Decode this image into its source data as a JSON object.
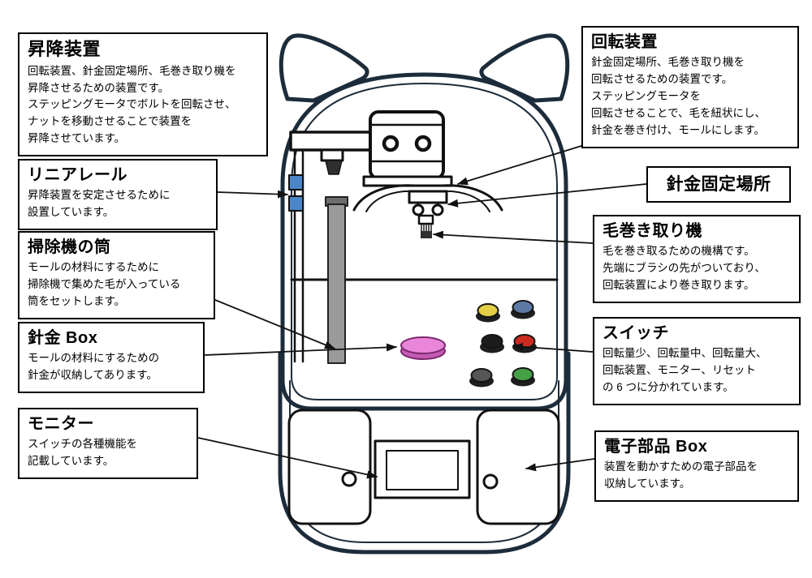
{
  "callouts": {
    "lift": {
      "title": "昇降装置",
      "body": "回転装置、針金固定場所、毛巻き取り機を\n昇降させるための装置です。\nステッピングモータでボルトを回転させ、\nナットを移動させることで装置を\n昇降させています。"
    },
    "linear_rail": {
      "title": "リニアレール",
      "body": "昇降装置を安定させるために\n設置しています。"
    },
    "vacuum_tube": {
      "title": "掃除機の筒",
      "body": "モールの材料にするために\n掃除機で集めた毛が入っている\n筒をセットします。"
    },
    "wire_box": {
      "title": "針金 Box",
      "body": "モールの材料にするための\n針金が収納してあります。"
    },
    "monitor": {
      "title": "モニター",
      "body": "スイッチの各種機能を\n記載しています。"
    },
    "rotator": {
      "title": "回転装置",
      "body": "針金固定場所、毛巻き取り機を\n回転させるための装置です。\nステッピングモータを\n回転させることで、毛を紐状にし、\n針金を巻き付け、モールにします。"
    },
    "wire_holder": {
      "title": "針金固定場所"
    },
    "hair_winder": {
      "title": "毛巻き取り機",
      "body": "毛を巻き取るための機構です。\n先端にブラシの先がついており、\n回転装置により巻き取ります。"
    },
    "switch": {
      "title": "スイッチ",
      "body": "回転量少、回転量中、回転量大、\n回転装置、モニター、リセット\nの 6 つに分かれています。"
    },
    "electronics": {
      "title": "電子部品 Box",
      "body": "装置を動かすための電子部品を\n収納しています。"
    }
  },
  "colors": {
    "outline_navy": "#1d2c3a",
    "ink": "#111111",
    "rail_slider_blue": "#4a86c8",
    "tube_gray": "#9a9a9a",
    "tube_cap_gray": "#6e6e6e",
    "wire_spool_pink_top": "#ea86da",
    "wire_spool_pink_side": "#c35bb3",
    "wire_spool_outline": "#7c2a6e",
    "button_base": "#1e1e1e",
    "button_yellow": "#e3cf45",
    "button_slate_blue": "#5b79a3",
    "button_black": "#1c1c1c",
    "button_red": "#cd2a21",
    "button_gray": "#565656",
    "button_green": "#46a046"
  }
}
